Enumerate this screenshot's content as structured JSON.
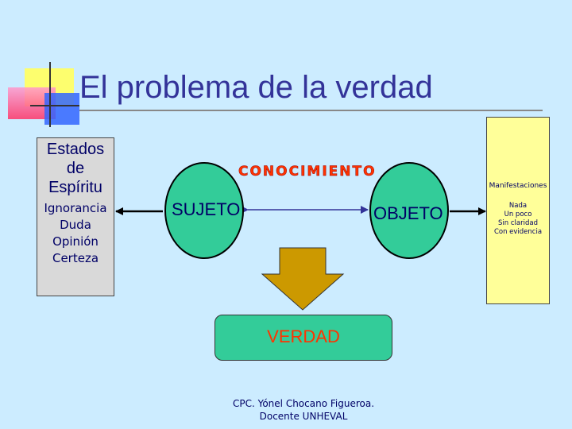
{
  "title": "El problema de la verdad",
  "left_box": {
    "heading": [
      "Estados",
      "de",
      "Espíritu"
    ],
    "items": [
      "Ignorancia",
      "Duda",
      "Opinión",
      "Certeza"
    ]
  },
  "right_box": {
    "heading": "Manifestaciones",
    "items": [
      "Nada",
      "Un poco",
      "Sin claridad",
      "Con evidencia"
    ]
  },
  "conocimiento": "CONOCIMIENTO",
  "sujeto": "SUJETO",
  "objeto": "OBJETO",
  "verdad": "VERDAD",
  "footer": [
    "CPC. Yónel Chocano Figueroa.",
    "Docente UNHEVAL"
  ],
  "colors": {
    "background": "#ccecff",
    "ellipse_fill": "#33cc99",
    "verdad_text": "#ff3300",
    "right_box_fill": "#ffff99",
    "left_box_fill": "#d9d9d9",
    "down_arrow": "#cc9900"
  }
}
